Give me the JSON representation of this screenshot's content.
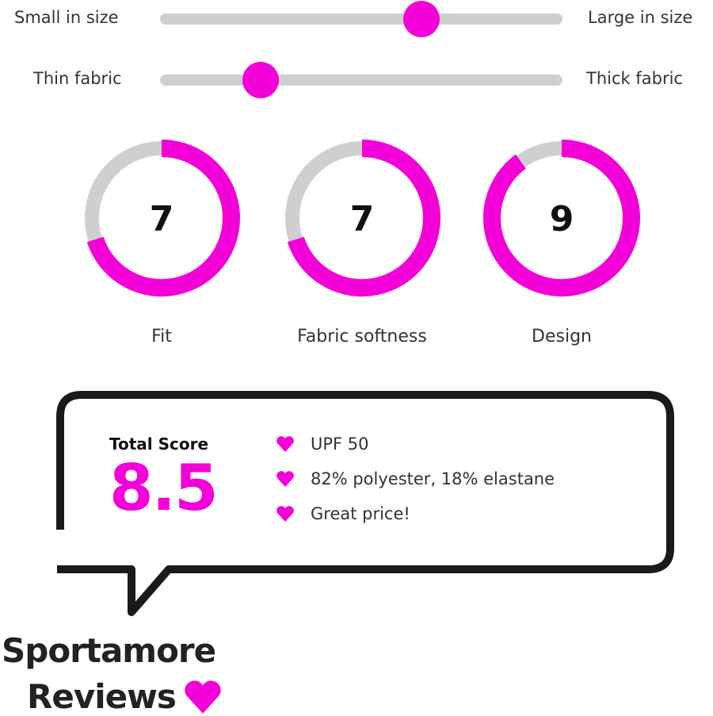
{
  "accent_color": "#f400d8",
  "track_color": "#cfcfcf",
  "sliders": [
    {
      "left_label": "Small in size",
      "right_label": "Large in size",
      "value_fraction": 0.65
    },
    {
      "left_label": "Thin fabric",
      "right_label": "Thick fabric",
      "value_fraction": 0.25
    }
  ],
  "ratings": [
    {
      "label": "Fit",
      "score": "7",
      "max": 10
    },
    {
      "label": "Fabric softness",
      "score": "7",
      "max": 10
    },
    {
      "label": "Design",
      "score": "9",
      "max": 10
    }
  ],
  "summary": {
    "total_label": "Total Score",
    "total_value": "8.5",
    "features": [
      {
        "icon": "heart-icon",
        "text": "UPF 50"
      },
      {
        "icon": "heart-icon",
        "text": "82% polyester, 18% elastane"
      },
      {
        "icon": "heart-icon",
        "text": "Great price!"
      }
    ]
  },
  "brand": {
    "line1": "Sportamore",
    "line2": "Reviews",
    "icon": "heart-icon"
  }
}
